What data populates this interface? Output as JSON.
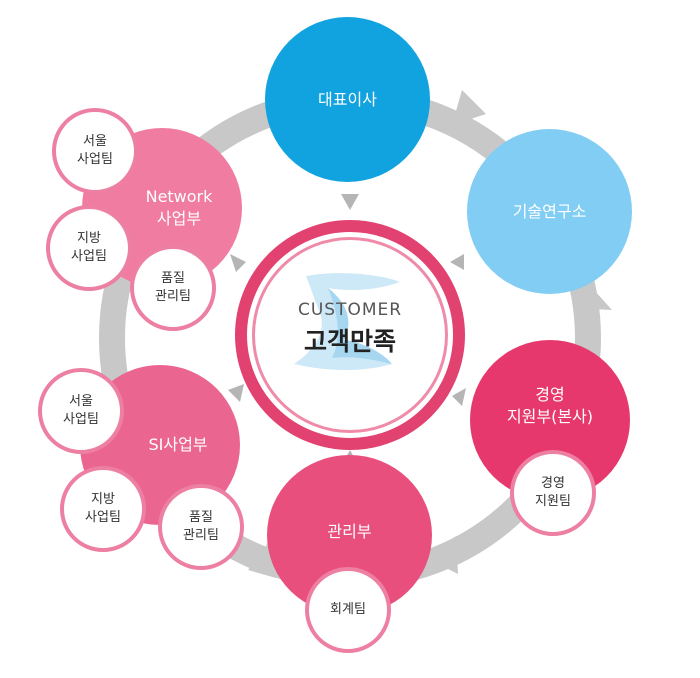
{
  "center": {
    "title_en": "CUSTOMER",
    "title_ko": "고객만족"
  },
  "nodes": {
    "ceo": {
      "label": "대표이사",
      "color": "#10a3e0"
    },
    "research": {
      "label": "기술연구소",
      "color": "#82cdf3"
    },
    "management_support": {
      "label": "경영\n지원부(본사)",
      "color": "#e6386c"
    },
    "admin": {
      "label": "관리부",
      "color": "#e94f7d"
    },
    "si": {
      "label": "SI사업부",
      "color": "#ea6690"
    },
    "network": {
      "label": "Network\n사업부",
      "color": "#f07ca2"
    }
  },
  "subteams": {
    "network_seoul": "서울\n사업팀",
    "network_local": "지방\n사업팀",
    "network_quality": "품질\n관리팀",
    "si_seoul": "서울\n사업팀",
    "si_local": "지방\n사업팀",
    "si_quality": "품질\n관리팀",
    "admin_accounting": "회계팀",
    "support_team": "경영\n지원팀"
  },
  "colors": {
    "ring": "#c8c8c8",
    "center_border": "#e2426f",
    "center_inner_border": "#ef8ba9",
    "subteam_border": "#ed7fa2"
  }
}
